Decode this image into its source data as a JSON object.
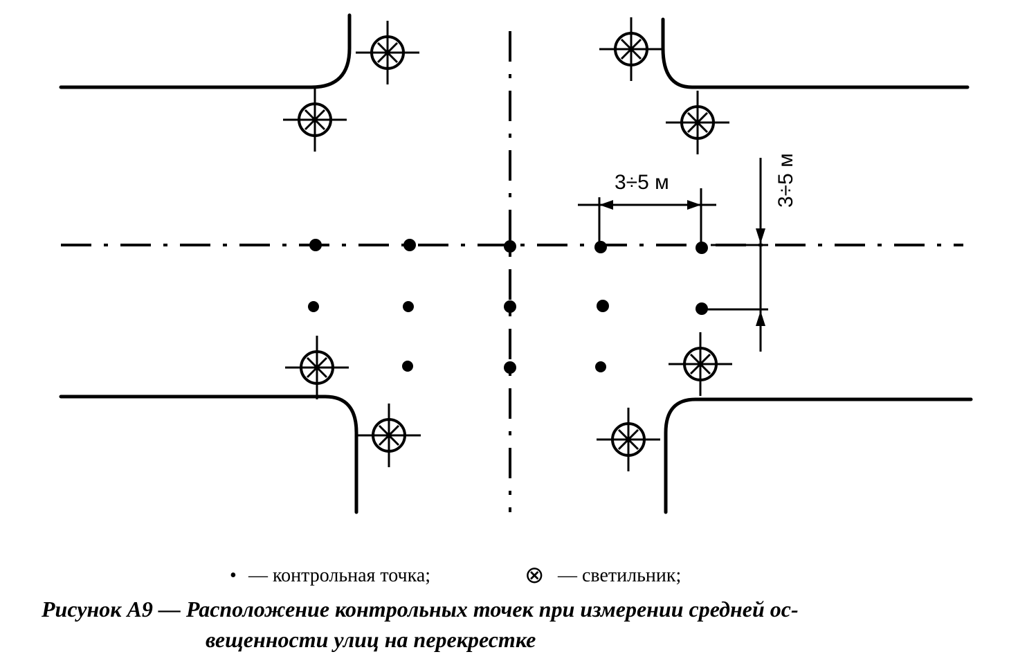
{
  "figure": {
    "dimension_horizontal": "3÷5 м",
    "dimension_vertical": "3÷5 м"
  },
  "legend": {
    "point_symbol": "•",
    "point_text": "— контрольная точка;",
    "lamp_symbol": "⊗",
    "lamp_text": "— светильник;"
  },
  "caption": {
    "line1": "Рисунок А9 — Расположение контрольных точек при измерении средней ос-",
    "line2": "вещенности улиц на перекрестке"
  },
  "colors": {
    "ink": "#000000",
    "background": "#ffffff"
  }
}
